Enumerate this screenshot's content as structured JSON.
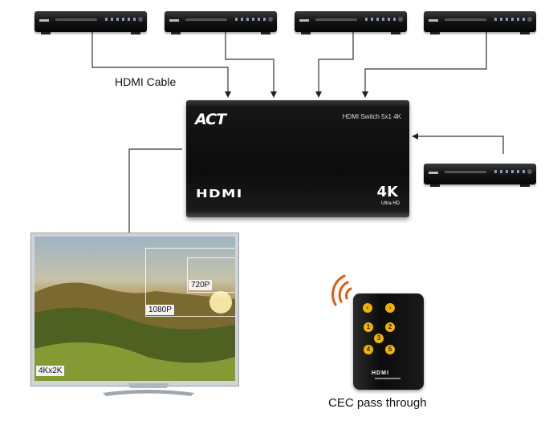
{
  "labels": {
    "cable": "HDMI Cable",
    "cec": "CEC pass through"
  },
  "switch": {
    "brand": "ACT",
    "model": "HDMI Switch 5x1 4K",
    "hdmi": "HDMI",
    "resolution": "4K",
    "resolution_sub": "Ultra HD"
  },
  "tv": {
    "res_4k": "4Kx2K",
    "res_1080": "1080P",
    "res_720": "720P"
  },
  "remote": {
    "logo": "HDMI",
    "buttons": [
      "1",
      "2",
      "3",
      "4",
      "5"
    ]
  }
}
